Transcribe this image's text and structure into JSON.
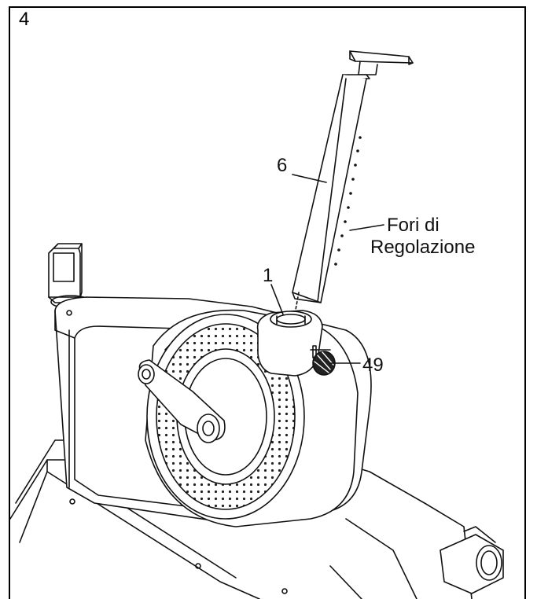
{
  "step_number": "4",
  "callouts": {
    "part_6": "6",
    "holes_line1": "Fori di",
    "holes_line2": "Regolazione",
    "part_1": "1",
    "part_49": "49"
  }
}
